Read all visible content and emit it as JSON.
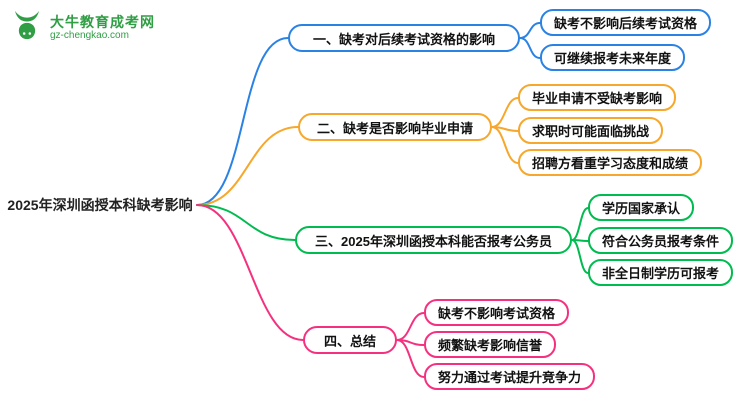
{
  "logo": {
    "name": "大牛教育成考网",
    "domain": "gz-chengkao.com",
    "color": "#2f9e44"
  },
  "root": {
    "label": "2025年深圳函授本科缺考影响"
  },
  "branches": [
    {
      "label": "一、缺考对后续考试资格的影响",
      "color": "#2a82e4",
      "children": [
        "缺考不影响后续考试资格",
        "可继续报考未来年度"
      ]
    },
    {
      "label": "二、缺考是否影响毕业申请",
      "color": "#f6a72c",
      "children": [
        "毕业申请不受缺考影响",
        "求职时可能面临挑战",
        "招聘方看重学习态度和成绩"
      ]
    },
    {
      "label": "三、2025年深圳函授本科能否报考公务员",
      "color": "#00bb4f",
      "children": [
        "学历国家承认",
        "符合公务员报考条件",
        "非全日制学历可报考"
      ]
    },
    {
      "label": "四、总结",
      "color": "#f5317f",
      "children": [
        "缺考不影响考试资格",
        "频繁缺考影响信誉",
        "努力通过考试提升竞争力"
      ]
    }
  ]
}
